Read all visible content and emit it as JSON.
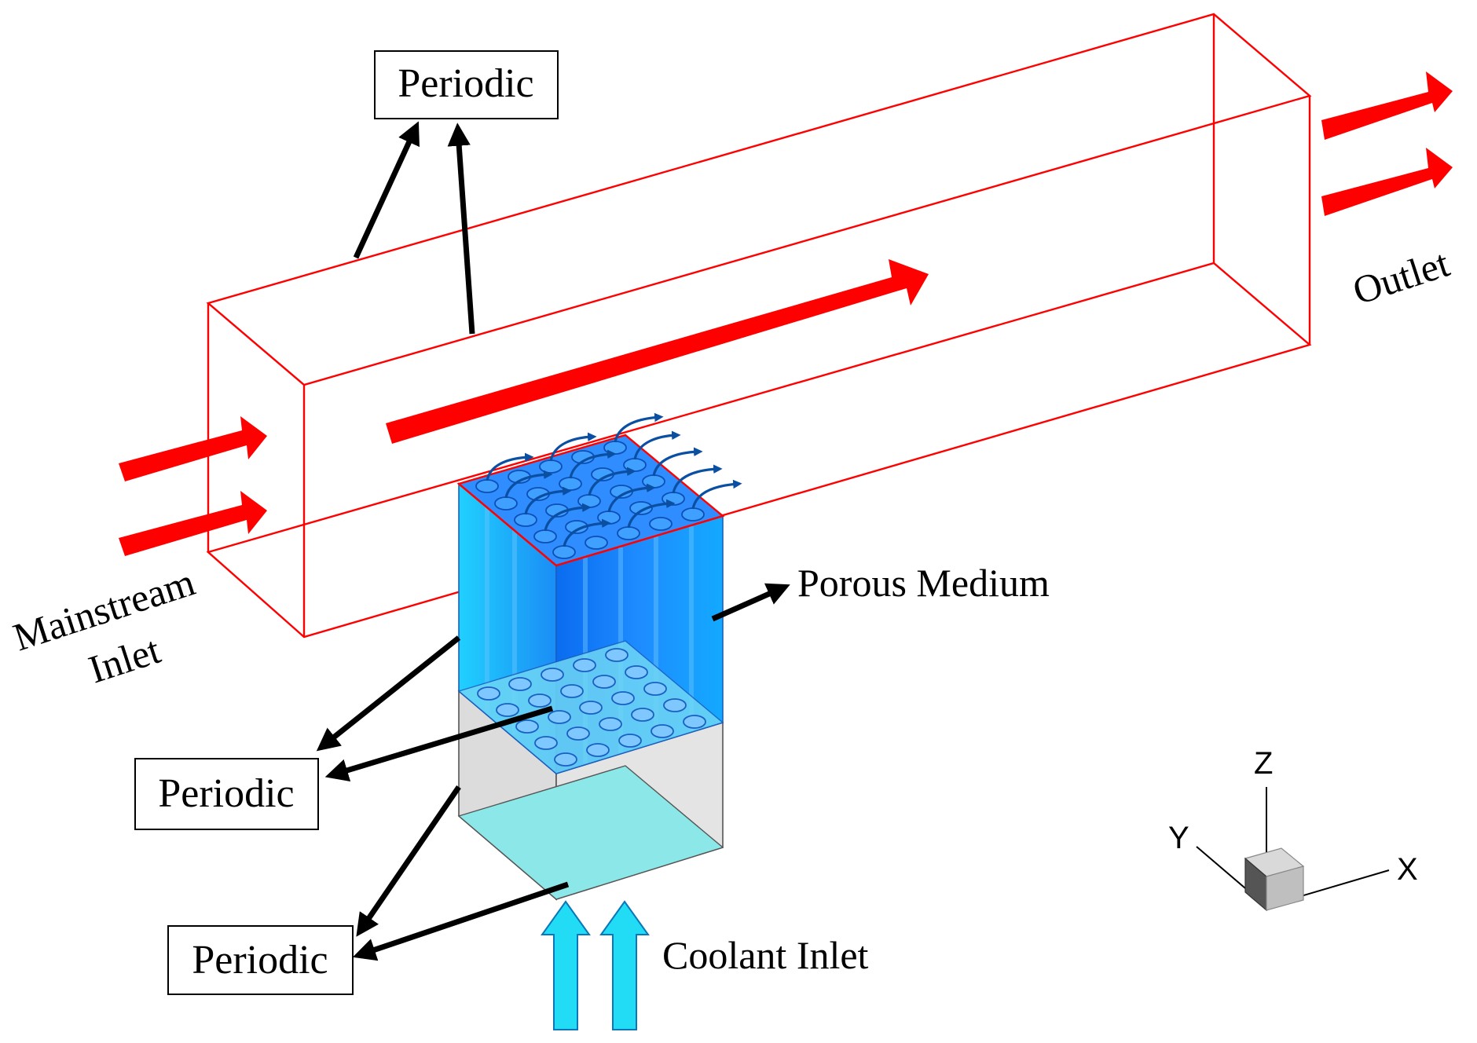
{
  "labels": {
    "periodic_top": "Periodic",
    "periodic_mid": "Periodic",
    "periodic_bottom": "Periodic",
    "porous_medium": "Porous Medium",
    "coolant_inlet": "Coolant Inlet",
    "mainstream_inlet_line1": "Mainstream",
    "mainstream_inlet_line2": "Inlet",
    "outlet": "Outlet"
  },
  "axes": {
    "x": "X",
    "y": "Y",
    "z": "Z"
  },
  "colors": {
    "domain_edges": "#ff0000",
    "mainstream_arrows": "#ff0000",
    "porous_block": "#1e8cff",
    "porous_block_light": "#22d2ff",
    "plenum_fluid": "#8ce8e8",
    "plenum_gray": "#dcdcdc",
    "coolant_arrows": "#22dcf5",
    "flow_lines": "#0b4fa3",
    "pointer_arrows": "#000000"
  }
}
